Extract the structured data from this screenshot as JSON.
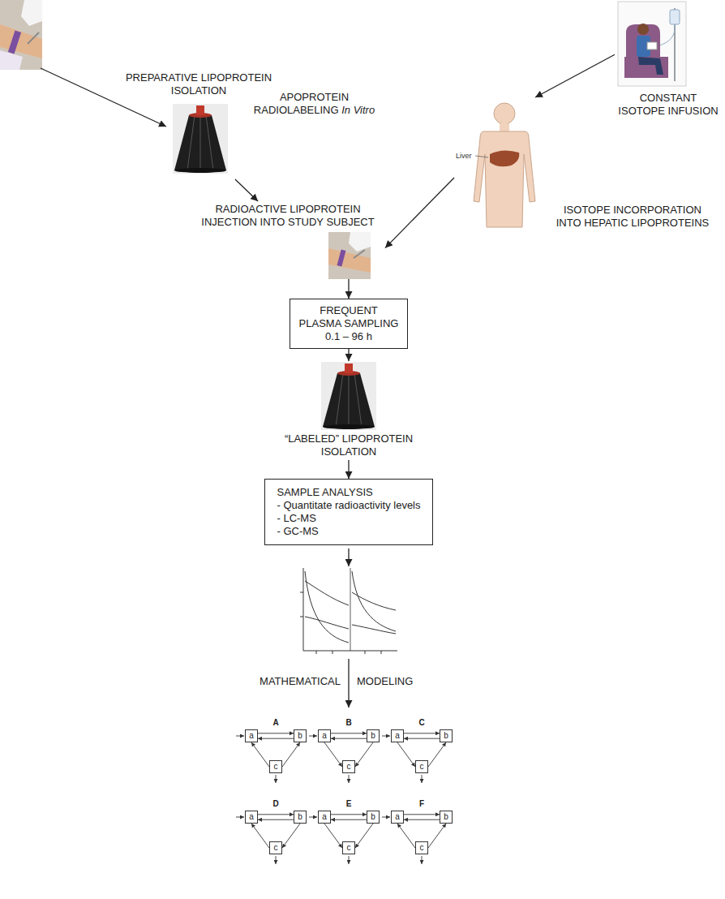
{
  "diagram": {
    "nodes": [
      {
        "text": [
          "PREPARATIVE LIPOPROTEIN ISOLATION"
        ]
      },
      {
        "text": [
          "RADIOACTIVE LIPOPROTEIN INJECTION INTO STUDY SUBJECT"
        ]
      },
      {
        "text": [
          "CONSTANT ISOTOPE INFUSION"
        ]
      },
      {
        "text": [
          "ISOTOPE INCORPORATION INTO HEPATIC LIPOPROTEINS"
        ]
      },
      {
        "text": [
          "FREQUENT PLASMA SAMPLING",
          "0.1 – 96 h"
        ]
      },
      {
        "text": [
          "“LABELED” LIPOPROTEIN ISOLATION"
        ]
      },
      {
        "text": [
          "SAMPLE ANALYSIS",
          "- Quantitate radioactivity levels",
          "- LC-MS",
          "- GC-MS"
        ]
      },
      {
        "text": [
          "a"
        ]
      },
      {
        "text": [
          "b"
        ]
      },
      {
        "text": [
          "c"
        ]
      },
      {
        "text": [
          "a"
        ]
      },
      {
        "text": [
          "b"
        ]
      },
      {
        "text": [
          "c"
        ]
      },
      {
        "text": [
          "a"
        ]
      },
      {
        "text": [
          "b"
        ]
      },
      {
        "text": [
          "c"
        ]
      },
      {
        "text": [
          "a"
        ]
      },
      {
        "text": [
          "b"
        ]
      },
      {
        "text": [
          "c"
        ]
      },
      {
        "text": [
          "a"
        ]
      },
      {
        "text": [
          "b"
        ]
      },
      {
        "text": [
          "c"
        ]
      },
      {
        "text": [
          "a"
        ]
      },
      {
        "text": [
          "b"
        ]
      },
      {
        "text": [
          "c"
        ]
      }
    ],
    "edges": [
      {
        "from": 0,
        "to": 1,
        "arrow": "to"
      },
      {
        "from": 2,
        "to": 3,
        "arrow": "to"
      },
      {
        "from": 3,
        "to": 1,
        "arrow": "to"
      },
      {
        "from": 1,
        "to": 4,
        "arrow": "to"
      },
      {
        "from": 4,
        "to": 5,
        "arrow": "to"
      },
      {
        "from": 5,
        "to": 6,
        "arrow": "to"
      },
      {
        "from": 7,
        "to": 8,
        "arrow": "to"
      },
      {
        "from": 8,
        "to": 7,
        "arrow": "to"
      },
      {
        "from": 9,
        "to": 7,
        "arrow": "to"
      },
      {
        "from": 9,
        "to": 8,
        "arrow": "to"
      },
      {
        "from": 10,
        "to": 11,
        "arrow": "to"
      },
      {
        "from": 11,
        "to": 10,
        "arrow": "to"
      },
      {
        "from": 10,
        "to": 12,
        "arrow": "to"
      },
      {
        "from": 11,
        "to": 12,
        "arrow": "to"
      },
      {
        "from": 13,
        "to": 14,
        "arrow": "to"
      },
      {
        "from": 14,
        "to": 13,
        "arrow": "to"
      },
      {
        "from": 13,
        "to": 15,
        "arrow": "to"
      },
      {
        "from": 15,
        "to": 14,
        "arrow": "to"
      },
      {
        "from": 16,
        "to": 17,
        "arrow": "to"
      },
      {
        "from": 17,
        "to": 16,
        "arrow": "to"
      },
      {
        "from": 18,
        "to": 16,
        "arrow": "to"
      },
      {
        "from": 17,
        "to": 18,
        "arrow": "to"
      },
      {
        "from": 19,
        "to": 20,
        "arrow": "to"
      },
      {
        "from": 20,
        "to": 19,
        "arrow": "to"
      },
      {
        "from": 19,
        "to": 21,
        "arrow": "to"
      },
      {
        "from": 20,
        "to": 21,
        "arrow": "to"
      },
      {
        "from": 22,
        "to": 23,
        "arrow": "to"
      },
      {
        "from": 23,
        "to": 22,
        "arrow": "to"
      },
      {
        "from": 24,
        "to": 22,
        "arrow": "to"
      },
      {
        "from": 24,
        "to": 23,
        "arrow": "to"
      }
    ],
    "labels": [
      "APOPROTEIN RADIOLABELING",
      "In Vitro",
      "Liver",
      "MATHEMATICAL",
      "MODELING",
      "A",
      "B",
      "C",
      "D",
      "E",
      "F"
    ]
  }
}
